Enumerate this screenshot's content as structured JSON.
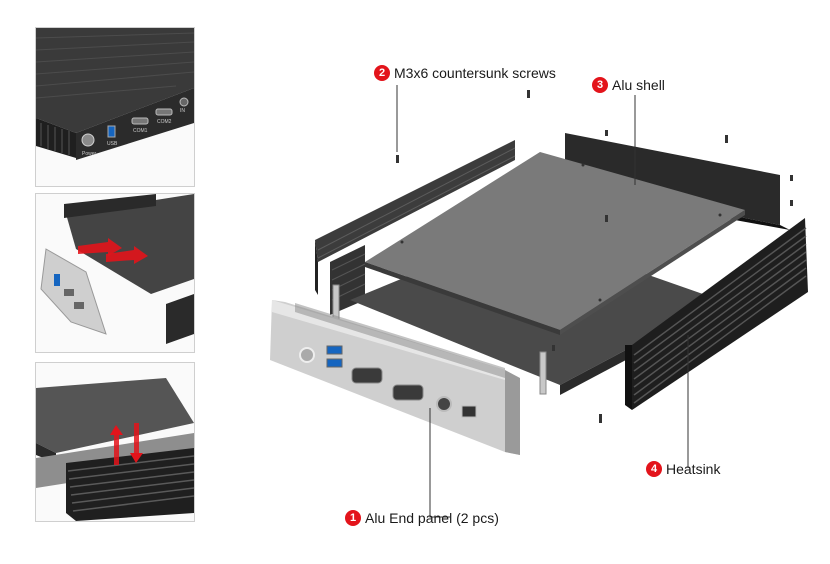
{
  "thumbnails": {
    "front_labels": [
      "Power",
      "USB",
      "COM1",
      "COM2",
      "IN"
    ]
  },
  "callouts": [
    {
      "number": "1",
      "label": "Alu End panel (2 pcs)"
    },
    {
      "number": "2",
      "label": "M3x6 countersunk screws"
    },
    {
      "number": "3",
      "label": "Alu shell"
    },
    {
      "number": "4",
      "label": "Heatsink"
    }
  ],
  "colors": {
    "accent": "#e3141b",
    "metal_dark": "#2c2c2c",
    "metal_light": "#c8c8c8"
  }
}
